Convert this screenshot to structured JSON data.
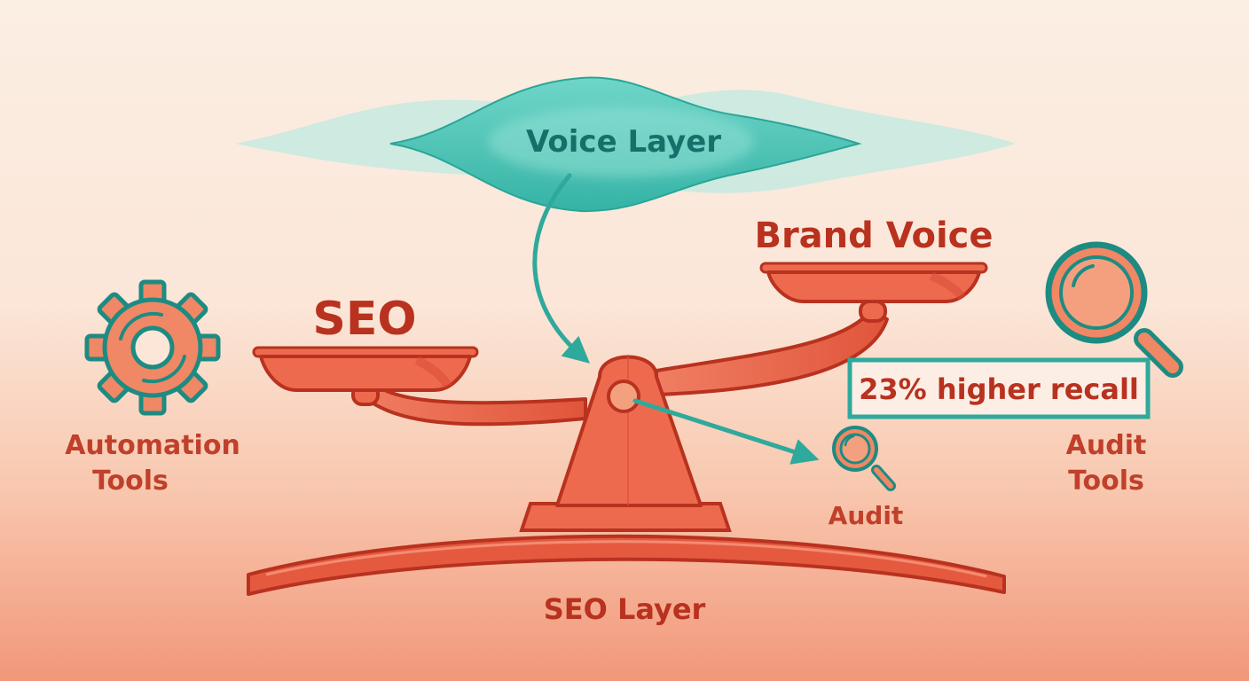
{
  "diagram": {
    "voice_layer": "Voice Layer",
    "left_pan": "SEO",
    "right_pan": "Brand Voice",
    "base_layer": "SEO Layer",
    "left_icon_label_line1": "Automation",
    "left_icon_label_line2": "Tools",
    "right_icon_label_line1": "Audit",
    "right_icon_label_line2": "Tools",
    "small_icon_label": "Audit",
    "stat_callout": "23% higher recall"
  },
  "colors": {
    "teal": "#3bb8aa",
    "teal_dark": "#1d8b82",
    "coral": "#ee6a4e",
    "coral_dark": "#c8442f",
    "label_red": "#b8321f"
  },
  "icons": {
    "left": "gear-icon",
    "right": "magnifier-icon",
    "small": "magnifier-icon"
  }
}
